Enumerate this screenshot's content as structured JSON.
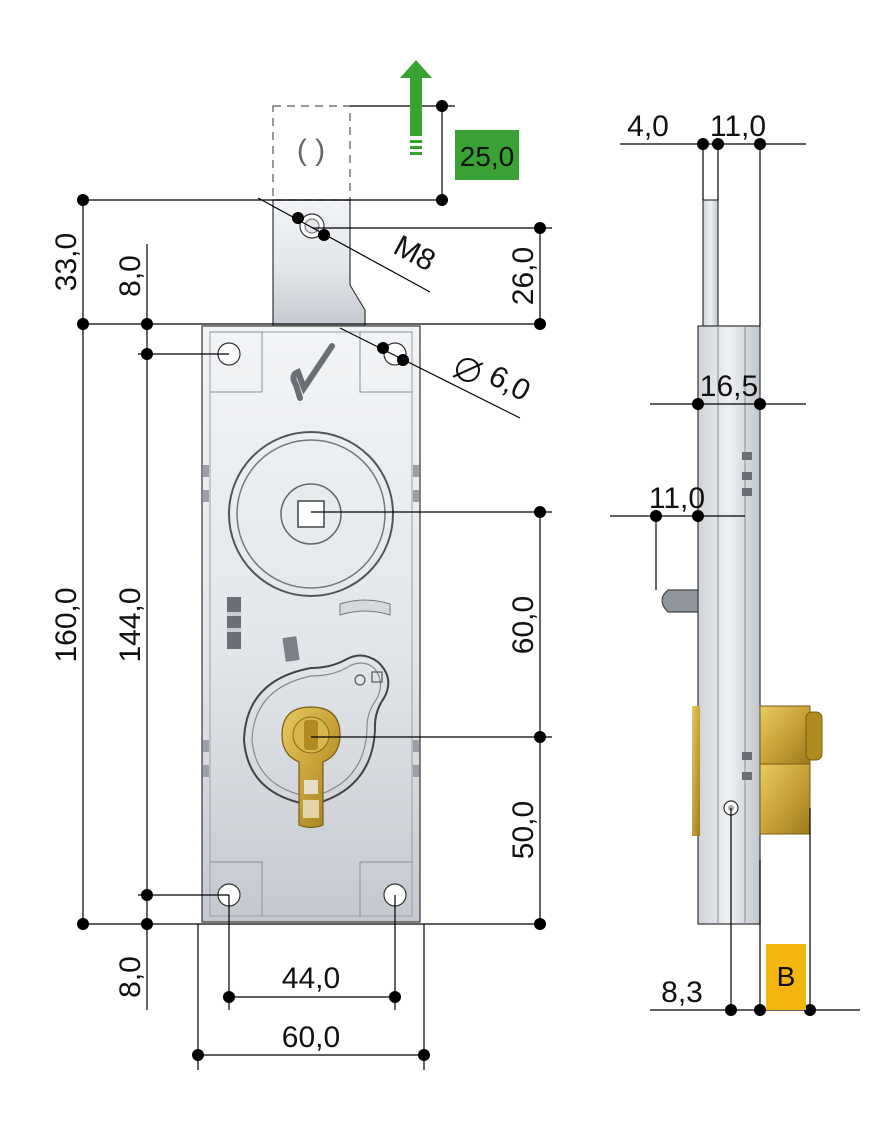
{
  "colors": {
    "metal_light": "#eaedf0",
    "metal_dark": "#b9bec4",
    "brass": "#c9a33a",
    "green_badge": "#3aa135",
    "orange_badge": "#f5b50f",
    "line": "#000000"
  },
  "front_view": {
    "dim_height_total": "160,0",
    "dim_hole_spacing_vertical": "144,0",
    "dim_top_offset": "8,0",
    "dim_bottom_offset": "8,0",
    "dim_tab_height": "33,0",
    "dim_thread": "M8",
    "dim_tab_hole": "26,0",
    "dim_hole_diameter": "6,0",
    "dim_spindle_to_cylinder": "60,0",
    "dim_cylinder_to_bottom": "50,0",
    "dim_hole_spacing_horizontal": "44,0",
    "dim_width": "60,0",
    "badge_travel": "25,0",
    "travel_icon": "arrow-up-icon"
  },
  "side_view": {
    "dim_plate": "4,0",
    "dim_tab_depth": "11,0",
    "dim_case_depth": "16,5",
    "dim_bolt_projection": "11,0",
    "dim_backset": "8,3",
    "badge_b": "B"
  }
}
